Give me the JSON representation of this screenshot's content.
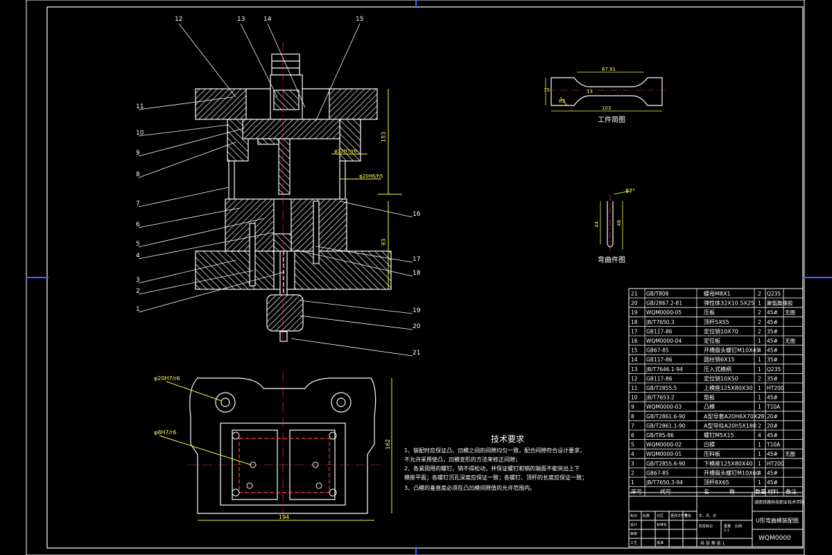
{
  "part_labels": [
    "12",
    "13",
    "14",
    "15",
    "11",
    "10",
    "9",
    "8",
    "7",
    "6",
    "5",
    "4",
    "3",
    "2",
    "1",
    "16",
    "17",
    "18",
    "19",
    "20",
    "21"
  ],
  "dims": {
    "height_top": "153",
    "height_mid": "93",
    "guide_fit": "φ32H7/r6",
    "pillar_fit": "φ20H6/h5",
    "base_hole_fit": "φ20H7/r6",
    "pin_fit": "φ8H7/r6",
    "base_width": "194",
    "base_height": "162"
  },
  "workpiece": {
    "title": "工件简图",
    "length": "67.91",
    "total": "103",
    "width": "75",
    "thick": "13",
    "r": "R5"
  },
  "bent_part": {
    "title": "弯曲件图",
    "angle": "87°",
    "h1": "44",
    "h2": "48"
  },
  "tech_requirements": {
    "title": "技术要求",
    "items": [
      "1、装配时应保证凸、凹模之间的间隙均匀一致，配合间隙符合设计要求，",
      "   不允许采用使凸，凹模变形的方法来修正间隙；",
      "2、各紧固用的螺钉，销不得松动，并保证螺钉和销的端面不能突出上下",
      "   模座平面；各螺钉沉孔深度应保证一致；各螺钉、顶杆的长度应保证一致；",
      "3、凸模的垂直度必须在凸凹模间隙值的允许范围内。"
    ]
  },
  "bom": {
    "header": [
      "序号",
      "代号",
      "名",
      "称",
      "数量",
      "材料",
      "备注"
    ],
    "rows": [
      [
        "21",
        "GB/T808",
        "螺母M8X1",
        "2",
        "Q235",
        ""
      ],
      [
        "20",
        "GB/2867.2-81",
        "弹性体32X10.5X25",
        "1",
        "聚氨酯橡胶",
        ""
      ],
      [
        "19",
        "WQM0000-05",
        "压板",
        "2",
        "45#",
        "无图"
      ],
      [
        "18",
        "JB/T7650.3",
        "顶杆5X55",
        "2",
        "45#",
        ""
      ],
      [
        "17",
        "GB117-86",
        "定位销10X70",
        "2",
        "35#",
        ""
      ],
      [
        "16",
        "WQM0000-04",
        "定位板",
        "1",
        "45#",
        "无图"
      ],
      [
        "15",
        "GB67-85",
        "开槽盘头螺钉M10X45",
        "4",
        "45#",
        ""
      ],
      [
        "14",
        "GB117-86",
        "圆柱销6X15",
        "1",
        "35#",
        ""
      ],
      [
        "13",
        "JB/T7646.1-94",
        "压入式模柄",
        "1",
        "Q235",
        ""
      ],
      [
        "12",
        "GB117-86",
        "定位销10X50",
        "2",
        "35#",
        ""
      ],
      [
        "11",
        "GB/T2855.5",
        "上模座125X80X30",
        "1",
        "HT200",
        ""
      ],
      [
        "10",
        "JB/T7653.2",
        "垫板",
        "1",
        "45#",
        ""
      ],
      [
        "9",
        "WQM0000-03",
        "凸模",
        "1",
        "T10A",
        ""
      ],
      [
        "8",
        "GB/T2861.6-90",
        "A型导套A20H6X70X28",
        "2",
        "20#",
        ""
      ],
      [
        "7",
        "GB/T2861.1-90",
        "A型导柱A20h5X180",
        "2",
        "20#",
        ""
      ],
      [
        "6",
        "GB/T85-86",
        "螺钉M5X15",
        "4",
        "45#",
        ""
      ],
      [
        "5",
        "WQM0000-02",
        "凹模",
        "1",
        "T10A",
        ""
      ],
      [
        "4",
        "WQM0000-01",
        "压料板",
        "1",
        "45#",
        "无图"
      ],
      [
        "3",
        "GB/T2855.6-90",
        "下模座125X80X40",
        "1",
        "HT200",
        ""
      ],
      [
        "2",
        "GB67-85",
        "开槽盘头螺钉M10X60",
        "4",
        "45#",
        ""
      ],
      [
        "1",
        "JB/T7650.3-94",
        "顶杆8X65",
        "1",
        "45#",
        ""
      ]
    ]
  },
  "title_block": {
    "school": "湖南铁路科技职业技术学院",
    "drawing_name": "U形弯曲模装配图",
    "drawing_no": "WQM0000",
    "scale_label": "比例",
    "sheet_info": "共  张 第  张 1",
    "small_labels": [
      "标记",
      "处数",
      "分区",
      "更改文件号",
      "签名",
      "年、月、日",
      "设计",
      "标准化",
      "阶段标记",
      "重量",
      "比例",
      "审核",
      "工艺",
      "批准"
    ],
    "sheet": "1:1"
  }
}
